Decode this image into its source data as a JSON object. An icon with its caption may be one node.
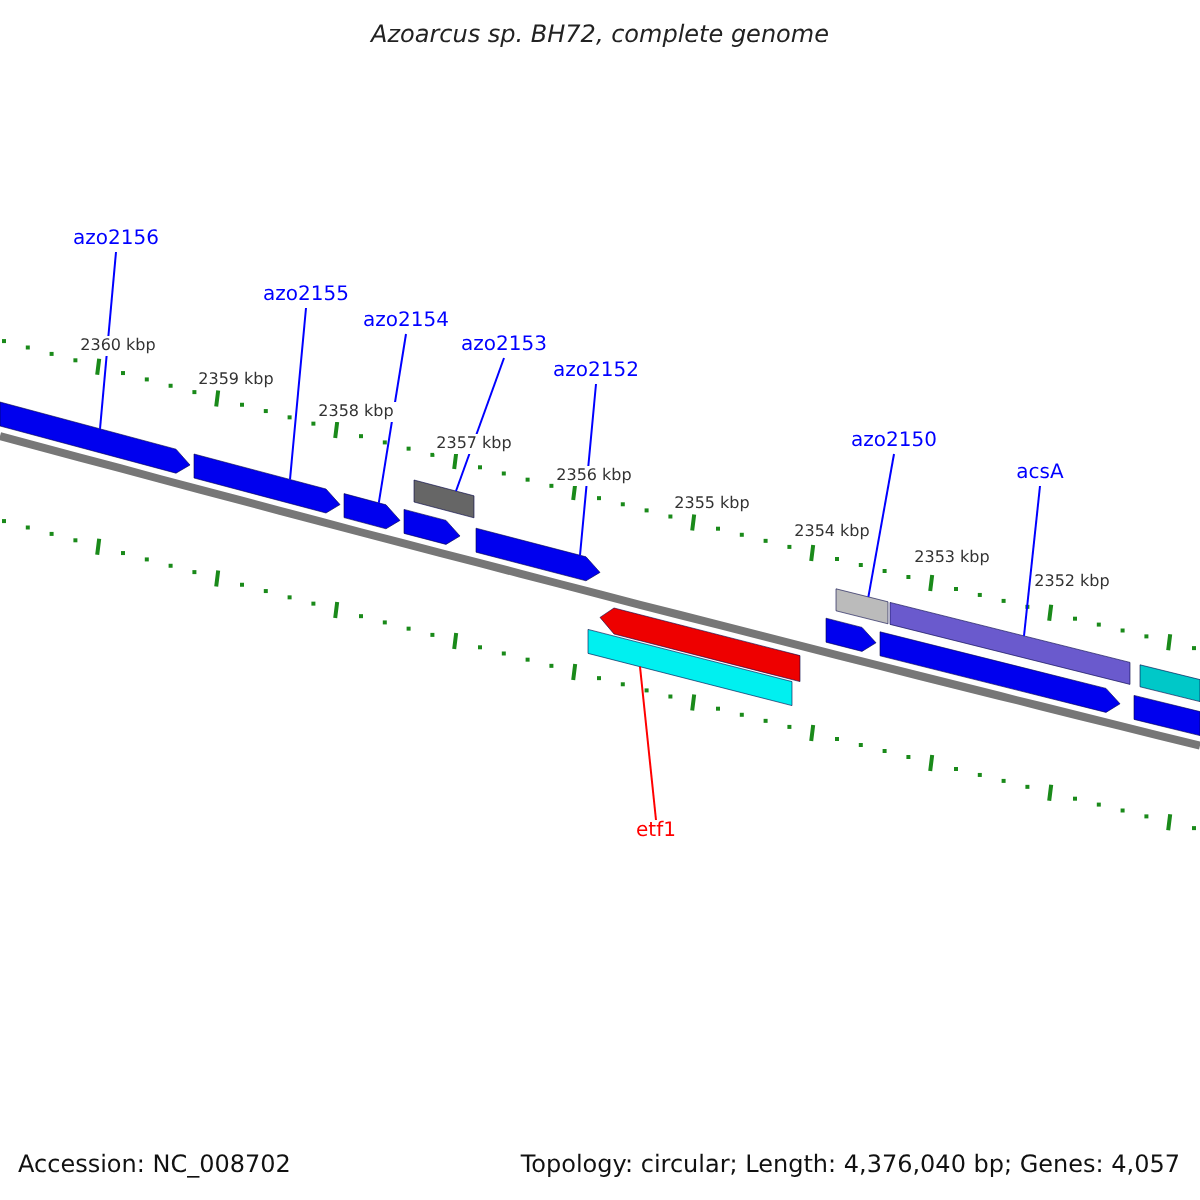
{
  "diagram": {
    "title": "Azoarcus sp. BH72, complete genome",
    "nodes": [
      {
        "text": [
          "azo2156"
        ]
      },
      {
        "text": [
          "azo2155"
        ]
      },
      {
        "text": [
          "azo2154"
        ]
      },
      {
        "text": [
          "azo2153"
        ]
      },
      {
        "text": [
          "azo2152"
        ]
      },
      {
        "text": [
          "azo2150"
        ]
      },
      {
        "text": [
          "acsA"
        ]
      },
      {
        "text": [
          "etf1"
        ]
      },
      {
        "text": [],
        "shape": "arrow"
      },
      {
        "text": [],
        "shape": "arrow"
      },
      {
        "text": [],
        "shape": "arrow"
      },
      {
        "text": [],
        "shape": "arrow"
      },
      {
        "text": [],
        "shape": "box"
      },
      {
        "text": [],
        "shape": "arrow"
      },
      {
        "text": [],
        "shape": "box"
      },
      {
        "text": [],
        "shape": "arrow"
      },
      {
        "text": [],
        "shape": "arrow"
      },
      {
        "text": [],
        "shape": "box"
      },
      {
        "text": [],
        "shape": "arrow"
      },
      {
        "text": [],
        "shape": "box"
      },
      {
        "text": [],
        "shape": "arrow"
      },
      {
        "text": [],
        "shape": "box"
      }
    ],
    "edges": [
      {
        "from": 0,
        "to": 8,
        "arrow": "none"
      },
      {
        "from": 1,
        "to": 9,
        "arrow": "none"
      },
      {
        "from": 2,
        "to": 10,
        "arrow": "none"
      },
      {
        "from": 3,
        "to": 12,
        "arrow": "none"
      },
      {
        "from": 4,
        "to": 13,
        "arrow": "none"
      },
      {
        "from": 5,
        "to": 17,
        "arrow": "none"
      },
      {
        "from": 6,
        "to": 19,
        "arrow": "none"
      },
      {
        "from": 7,
        "to": 14,
        "arrow": "none",
        "color": "#ff0000"
      }
    ],
    "labels": [
      "2360 kbp",
      "2359 kbp",
      "2358 kbp",
      "2357 kbp",
      "2356 kbp",
      "2355 kbp",
      "2354 kbp",
      "2353 kbp",
      "2352 kbp",
      "Accession: NC_008702",
      "Topology: circular; Length: 4,376,040 bp; Genes: 4,057"
    ]
  }
}
